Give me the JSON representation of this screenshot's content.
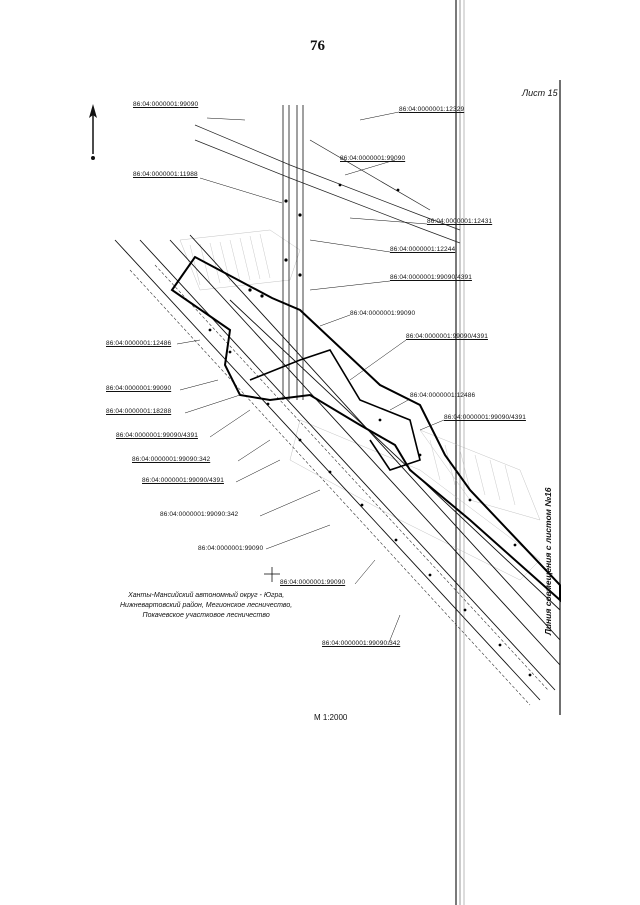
{
  "page_number": "76",
  "sheet_label": "Лист 15",
  "scale_label": "М 1:2000",
  "match_line_label": "Линия совмещения с листом №16",
  "admin_lines": [
    "Ханты-Мансийский автономный округ - Югра,",
    "Нижневартовский район, Мегионское лесничество,",
    "Покачевское участковое лесничество"
  ],
  "cadastral_labels": [
    "86:04:0000001:99090",
    "86:04:0000001:12329",
    "86:04:0000001:99090",
    "86:04:0000001:11988",
    "86:04:0000001:12431",
    "86:04:0000001:12244",
    "86:04:0000001:99090/4391",
    "86:04:0000001:99090",
    "86:04:0000001:99090/4391",
    "86:04:0000001:12486",
    "86:04:0000001:12486",
    "86:04:0000001:99090/4391",
    "86:04:0000001:99090",
    "86:04:0000001:18288",
    "86:04:0000001:99090/4391",
    "86:04:0000001:99090:342",
    "86:04:0000001:99090/4391",
    "86:04:0000001:99090:342",
    "86:04:0000001:99090",
    "86:04:0000001:99090",
    "86:04:0000001:99090:342"
  ],
  "north_arrow_icon": "north-arrow-icon"
}
